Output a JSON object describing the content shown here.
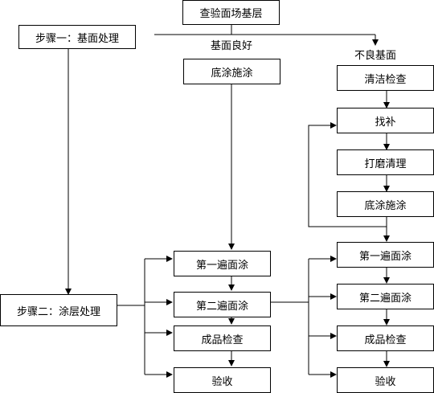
{
  "nodes": {
    "top": "查验面场基层",
    "step1": "步骤一：基面处理",
    "base_coat": "底涂施涂",
    "clean_check": "清洁检查",
    "patch": "找补",
    "grind_clean": "打磨清理",
    "right_base_coat": "底涂施涂",
    "step2": "步骤二：涂层处理",
    "left_coat1": "第一遍面涂",
    "left_coat2": "第二遍面涂",
    "left_inspect": "成品检查",
    "left_accept": "验收",
    "right_coat1": "第一遍面涂",
    "right_coat2": "第二遍面涂",
    "right_inspect": "成品检查",
    "right_accept": "验收"
  },
  "labels": {
    "good_base": "基面良好",
    "bad_base": "不良基面"
  }
}
